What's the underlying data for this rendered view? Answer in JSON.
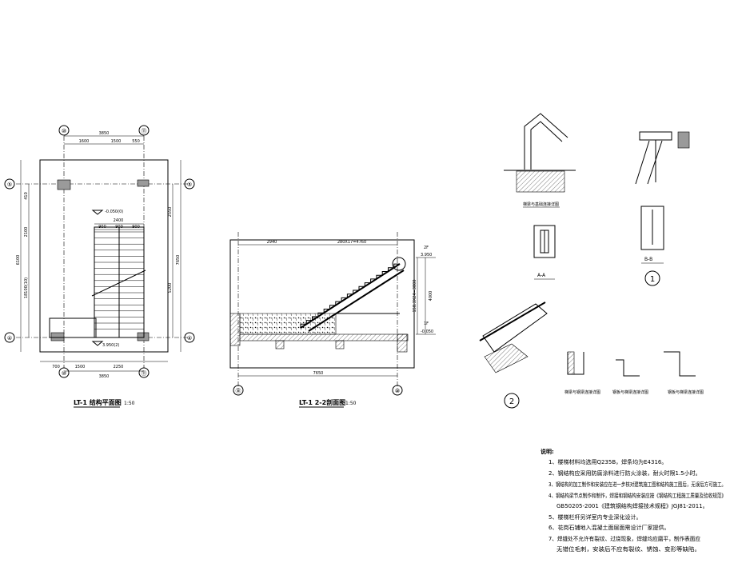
{
  "plan": {
    "title": "LT-1 结构平面图",
    "scale": "1:50",
    "axis_top": [
      "⑩",
      "⑪"
    ],
    "axis_left": [
      "⑤",
      "④"
    ],
    "axis_right": [
      "⑤",
      "④"
    ],
    "axis_bottom": [
      "⑩",
      "⑪"
    ],
    "dims_top": [
      "3850",
      "1600",
      "1500",
      "550"
    ],
    "dims_bottom": [
      "700",
      "1500",
      "2250",
      "3850"
    ],
    "dims_left": [
      "6100",
      "410",
      "2100",
      "18100(10)"
    ],
    "dims_right": [
      "2550",
      "7650",
      "5200"
    ],
    "stair_top_dims": [
      "2400",
      "900",
      "900",
      "900"
    ],
    "level_top": "-0.050(0)",
    "level_bottom": "3.950(2)"
  },
  "section": {
    "title": "LT-1 2-2剖面图",
    "scale": "1:50",
    "dims_top": [
      "2940",
      "280X17=4760"
    ],
    "dim_bottom": "7650",
    "axis_bottom": [
      "⑪",
      "⑩"
    ],
    "levels": [
      "2F",
      "3.950",
      "1F",
      "-0.050"
    ],
    "dims_right": [
      "158.3X24=3800",
      "4000"
    ]
  },
  "details": {
    "anchor_caption": "梯梁与基础连接详图",
    "aa_label": "A-A",
    "bb_label": "B-B",
    "circle_1": "1",
    "circle_2": "2",
    "detail_a_caption": "梯梁与钢梁连接详图",
    "detail_b_caption": "钢板与梯梁连接详图",
    "detail_c_caption": "钢板与梯梁连接详图"
  },
  "notes": {
    "heading": "说明:",
    "items": [
      "1、楼梯材料均选用Q235B，焊条均为E4316。",
      "2、钢结构应采用防腐涂料进行防火涂装，耐火时限1.5小时。",
      "3、钢结构的加工制作和安装应在进一步核对建筑施工图和结构施工图后，无误后方可施工。",
      "4、钢结构梁节点制作和制作，焊接和钢结构安装应按《钢结构工程施工质量及验收规范》",
      "GB50205-2001《建筑钢结构焊接技术规程》JGJ81-2011。",
      "5、楼梯栏杆另详室内专业深化设计。",
      "6、花岗石铺地入混凝土面层面需设计厂家提供。",
      "7、焊缝处不允许有裂纹、过烧现象，焊缝均应磨平，制作表面应",
      "无错位毛刺，安装后不应有裂纹、锈蚀、变形等缺陷。"
    ]
  }
}
